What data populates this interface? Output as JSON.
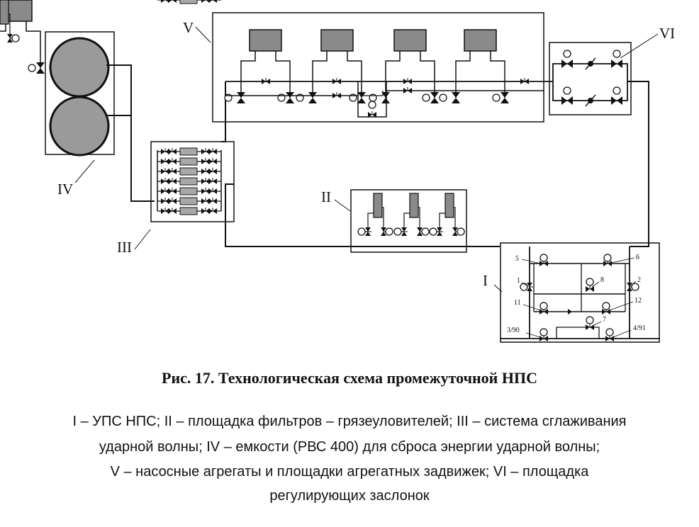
{
  "diagram": {
    "labels": {
      "I": "I",
      "II": "II",
      "III": "III",
      "IV": "IV",
      "V": "V",
      "VI": "VI"
    },
    "valve_numbers": [
      "5",
      "6",
      "1",
      "8",
      "2",
      "11",
      "12",
      "7",
      "3/90",
      "4/91"
    ]
  },
  "caption": {
    "title": "Рис. 17. Технологическая схема промежуточной НПС",
    "legend_lines": [
      "I – УПС НПС; II – площадка фильтров – грязеуловителей; III – система сглаживания",
      "ударной волны; IV – емкости (РВС 400) для сброса энергии ударной волны;",
      "V – насосные агрегаты и площадки агрегатных задвижек; VI – площадка",
      "регулирующих заслонок"
    ]
  }
}
